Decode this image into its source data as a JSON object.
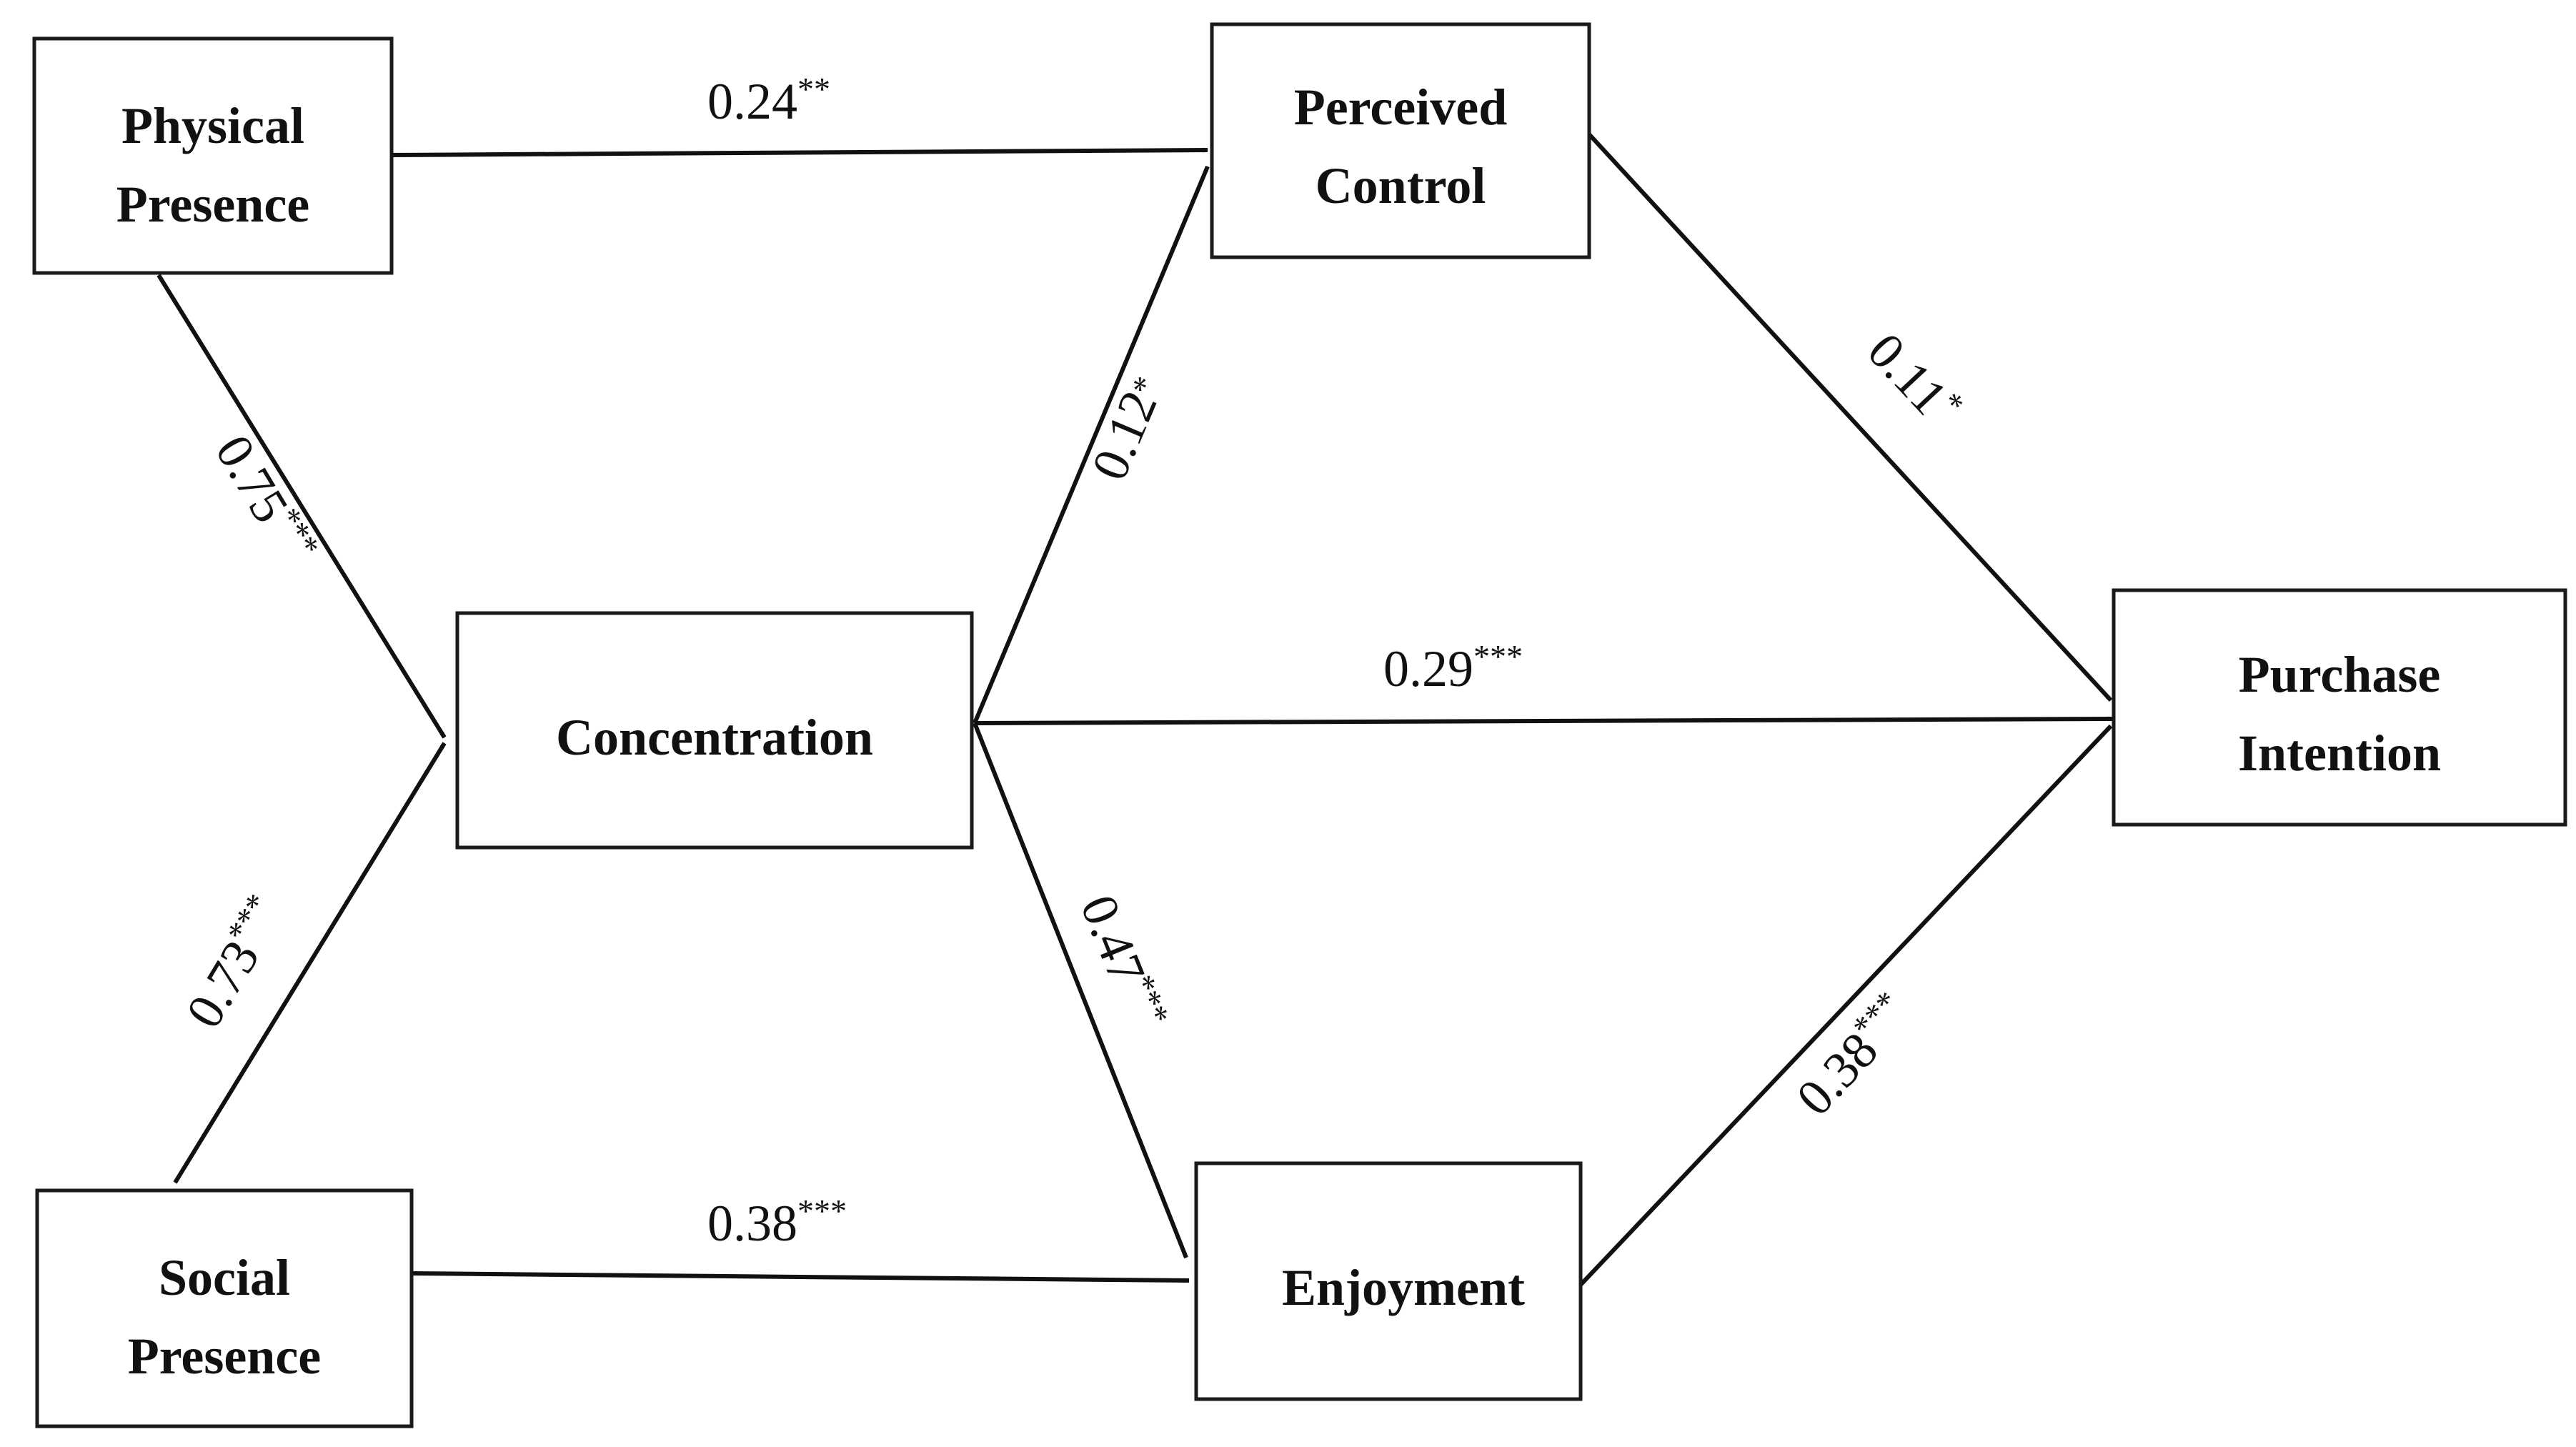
{
  "nodes": {
    "physical_presence": {
      "lines": [
        "Physical",
        "Presence"
      ]
    },
    "social_presence": {
      "lines": [
        "Social",
        "Presence"
      ]
    },
    "concentration": {
      "lines": [
        "Concentration"
      ]
    },
    "perceived_control": {
      "lines": [
        "Perceived",
        "Control"
      ]
    },
    "enjoyment": {
      "lines": [
        "Enjoyment"
      ]
    },
    "purchase_intention": {
      "lines": [
        "Purchase",
        "Intention"
      ]
    }
  },
  "edges": {
    "pp_pc": {
      "value": "0.24",
      "sig": "**"
    },
    "pp_conc": {
      "value": "0.75",
      "sig": "***"
    },
    "sp_conc": {
      "value": "0.73",
      "sig": "***"
    },
    "sp_enj": {
      "value": "0.38",
      "sig": "***"
    },
    "conc_pc": {
      "value": "0.12",
      "sig": "*"
    },
    "conc_pi": {
      "value": "0.29",
      "sig": "***"
    },
    "conc_enj": {
      "value": "0.47",
      "sig": "***"
    },
    "pc_pi": {
      "value": "0.11",
      "sig": "*"
    },
    "enj_pi": {
      "value": "0.38",
      "sig": "***"
    }
  }
}
